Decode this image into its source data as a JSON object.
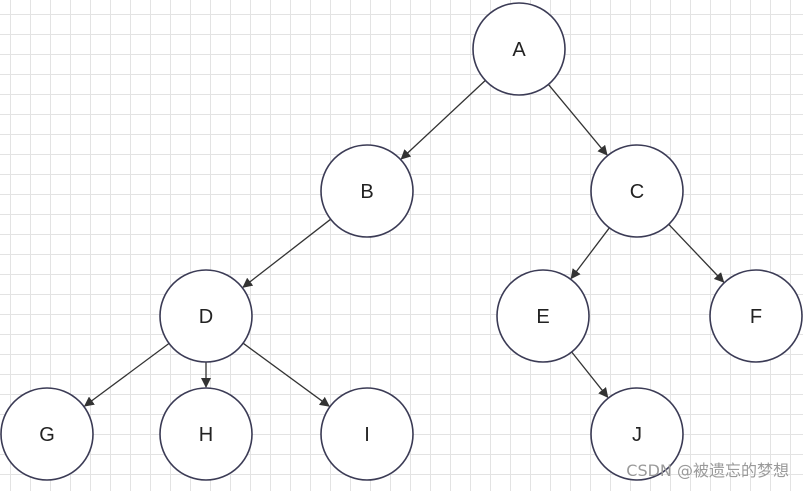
{
  "diagram": {
    "type": "tree",
    "nodes": [
      {
        "id": "A",
        "label": "A"
      },
      {
        "id": "B",
        "label": "B"
      },
      {
        "id": "C",
        "label": "C"
      },
      {
        "id": "D",
        "label": "D"
      },
      {
        "id": "E",
        "label": "E"
      },
      {
        "id": "F",
        "label": "F"
      },
      {
        "id": "G",
        "label": "G"
      },
      {
        "id": "H",
        "label": "H"
      },
      {
        "id": "I",
        "label": "I"
      },
      {
        "id": "J",
        "label": "J"
      }
    ],
    "edges": [
      {
        "from": "A",
        "to": "B"
      },
      {
        "from": "A",
        "to": "C"
      },
      {
        "from": "B",
        "to": "D"
      },
      {
        "from": "C",
        "to": "E"
      },
      {
        "from": "C",
        "to": "F"
      },
      {
        "from": "D",
        "to": "G"
      },
      {
        "from": "D",
        "to": "H"
      },
      {
        "from": "D",
        "to": "I"
      },
      {
        "from": "E",
        "to": "J"
      }
    ]
  },
  "watermark": {
    "text": "CSDN @被遗忘的梦想"
  }
}
